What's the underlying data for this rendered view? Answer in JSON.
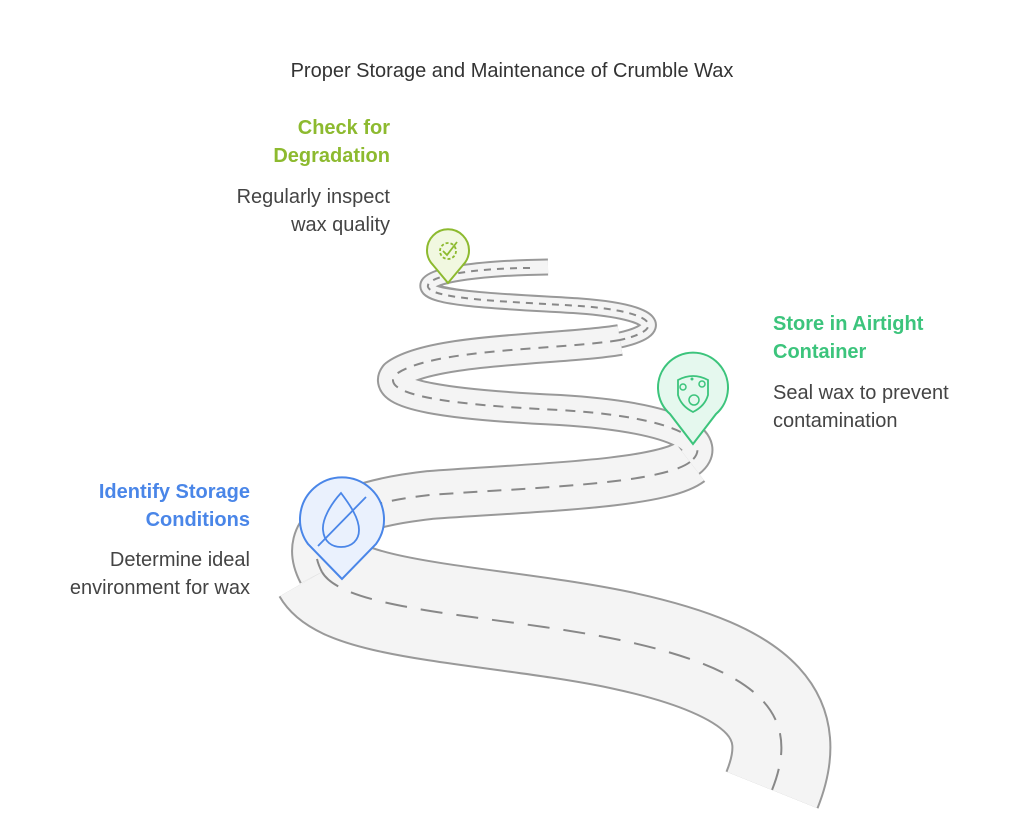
{
  "title": "Proper Storage and Maintenance of Crumble Wax",
  "steps": [
    {
      "heading_1": "Check for",
      "heading_2": "Degradation",
      "desc_1": "Regularly inspect",
      "desc_2": "wax quality",
      "color": "#8dba2f",
      "icon": "gear-check-icon"
    },
    {
      "heading_1": "Store in Airtight",
      "heading_2": "Container",
      "desc_1": "Seal wax to prevent",
      "desc_2": "contamination",
      "color": "#3cc47c",
      "icon": "shield-bubbles-icon"
    },
    {
      "heading_1": "Identify Storage",
      "heading_2": "Conditions",
      "desc_1": "Determine ideal",
      "desc_2": "environment for wax",
      "color": "#4a86e8",
      "icon": "no-drop-icon"
    }
  ]
}
